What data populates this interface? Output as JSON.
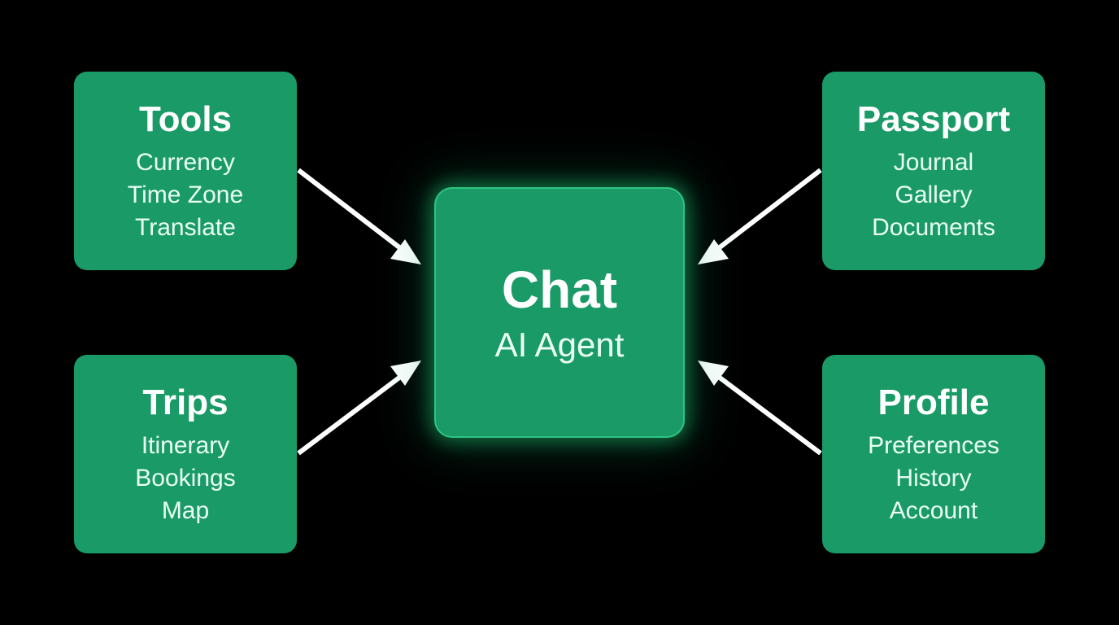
{
  "diagram": {
    "center": {
      "title": "Chat",
      "subtitle": "AI Agent"
    },
    "nodes": {
      "tools": {
        "title": "Tools",
        "items": [
          "Currency",
          "Time Zone",
          "Translate"
        ]
      },
      "trips": {
        "title": "Trips",
        "items": [
          "Itinerary",
          "Bookings",
          "Map"
        ]
      },
      "passport": {
        "title": "Passport",
        "items": [
          "Journal",
          "Gallery",
          "Documents"
        ]
      },
      "profile": {
        "title": "Profile",
        "items": [
          "Preferences",
          "History",
          "Account"
        ]
      }
    },
    "edges": [
      {
        "from": "tools",
        "to": "chat"
      },
      {
        "from": "trips",
        "to": "chat"
      },
      {
        "from": "passport",
        "to": "chat"
      },
      {
        "from": "profile",
        "to": "chat"
      }
    ],
    "colors": {
      "background": "#000000",
      "node_fill": "#1a9a66",
      "center_border": "#2fc383",
      "glow": "#20c878",
      "text": "#ffffff",
      "arrow": "#ffffff"
    }
  }
}
